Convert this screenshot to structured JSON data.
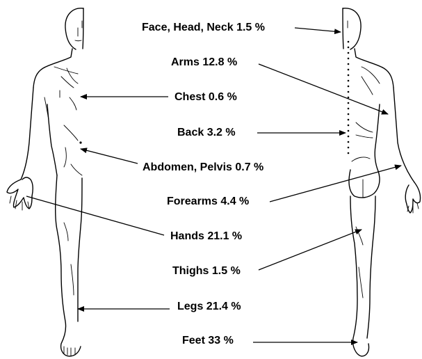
{
  "labels": {
    "face_head_neck": "Face, Head, Neck 1.5 %",
    "arms": "Arms 12.8 %",
    "chest": "Chest 0.6 %",
    "back": "Back 3.2 %",
    "abdomen_pelvis": "Abdomen, Pelvis 0.7 %",
    "forearms": "Forearms 4.4 %",
    "hands": "Hands 21.1 %",
    "thighs": "Thighs 1.5 %",
    "legs": "Legs 21.4 %",
    "feet": "Feet 33 %"
  },
  "icons": {
    "front_figure": "human-body-front-outline",
    "back_figure": "human-body-back-outline"
  },
  "colors": {
    "line": "#000000",
    "background": "#ffffff"
  }
}
